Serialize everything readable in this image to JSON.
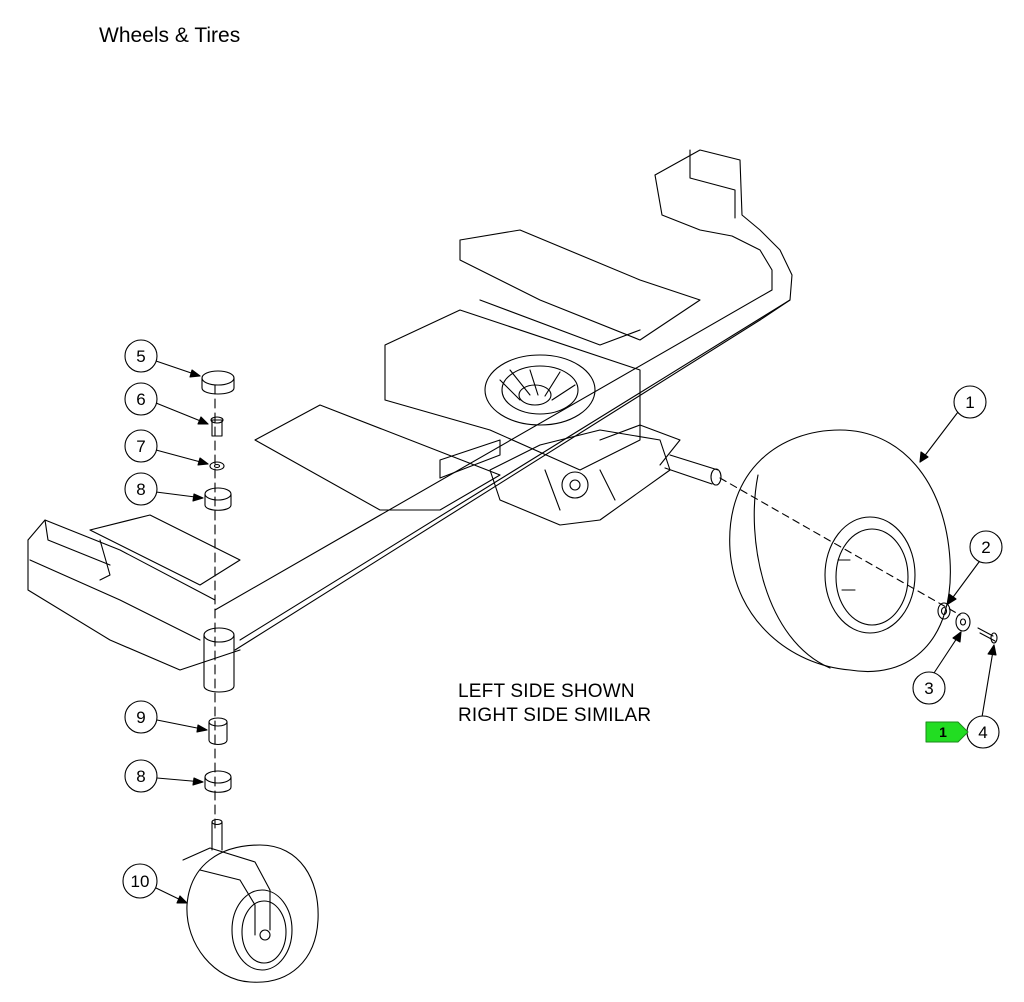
{
  "title": "Wheels & Tires",
  "note": {
    "line1": "LEFT SIDE SHOWN",
    "line2": "RIGHT SIDE SIMILAR"
  },
  "callouts": [
    "1",
    "2",
    "3",
    "4",
    "5",
    "6",
    "7",
    "8",
    "8",
    "9",
    "10"
  ],
  "reference_tag": {
    "label": "1",
    "color": "#22dd22"
  },
  "line_color": "#000000",
  "tire_fill": "#ffffff"
}
